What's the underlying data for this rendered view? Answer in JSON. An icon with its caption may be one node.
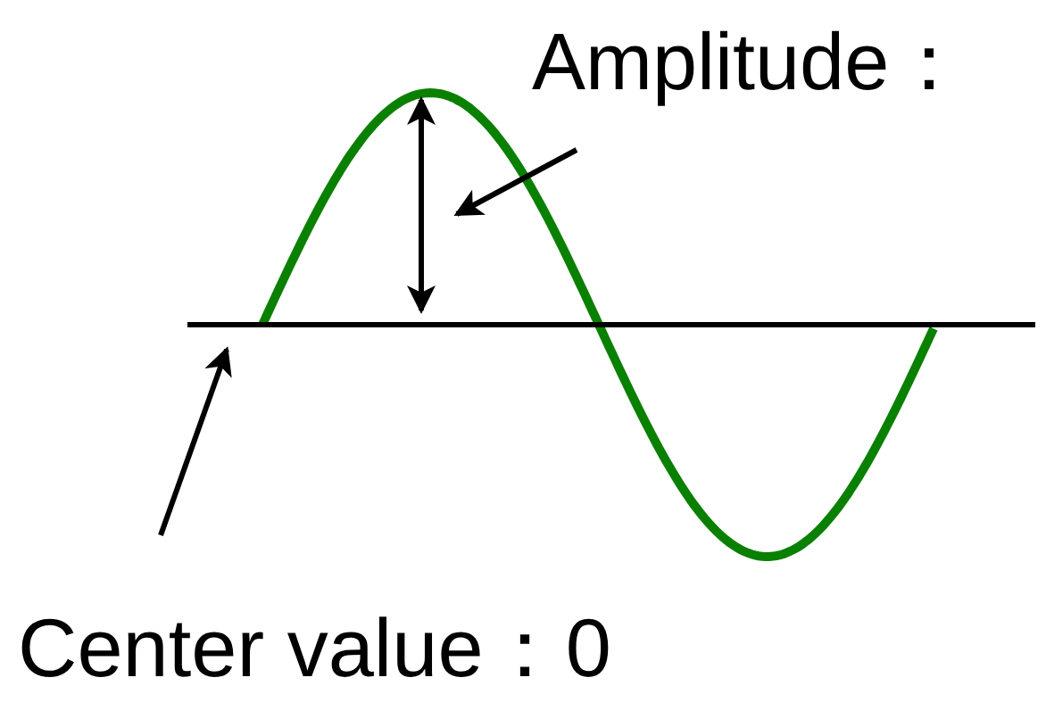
{
  "diagram": {
    "nodes": [
      {
        "text": [
          "Amplitude："
        ]
      },
      {
        "text": [],
        "shape": "arrow"
      },
      {
        "text": [],
        "shape": "line"
      },
      {
        "text": [
          "Center value：0"
        ]
      }
    ],
    "edges": [
      {
        "from": 0,
        "to": 1,
        "arrow": "to"
      },
      {
        "from": 3,
        "to": 2,
        "arrow": "to"
      }
    ]
  }
}
